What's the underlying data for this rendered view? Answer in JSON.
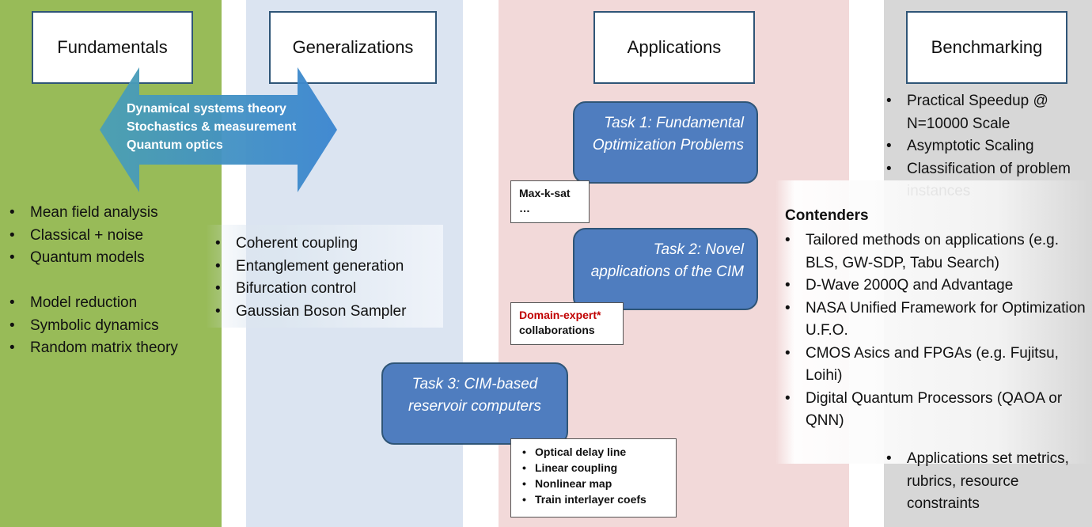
{
  "columns": {
    "fundamentals": {
      "title": "Fundamentals",
      "color": "#98bb58"
    },
    "generalizations": {
      "title": "Generalizations",
      "color": "#dbe4f1"
    },
    "applications": {
      "title": "Applications",
      "color": "#f2d9d9"
    },
    "benchmarking": {
      "title": "Benchmarking",
      "color": "#d7d7d7"
    }
  },
  "arrow": {
    "lines": [
      "Dynamical systems theory",
      "Stochastics & measurement",
      "Quantum optics"
    ],
    "color": "#3d8bc9"
  },
  "fundamentals_list_1": [
    "Mean field analysis",
    "Classical + noise",
    "Quantum models"
  ],
  "fundamentals_list_2": [
    "Model reduction",
    "Symbolic dynamics",
    "Random matrix theory"
  ],
  "generalizations_list": [
    "Coherent coupling",
    "Entanglement generation",
    "Bifurcation control",
    "Gaussian Boson Sampler"
  ],
  "tasks": {
    "task1": "Task 1: Fundamental Optimization Problems",
    "task2": "Task 2: Novel applications of the CIM",
    "task3": "Task 3: CIM-based reservoir computers"
  },
  "notes": {
    "note1_line1": "Max-k-sat",
    "note1_line2": "…",
    "note2_red": "Domain-expert*",
    "note2_line2": "collaborations",
    "note3_items": [
      "Optical delay line",
      "Linear coupling",
      "Nonlinear map",
      "Train interlayer coefs"
    ]
  },
  "benchmarking_list": [
    "Practical Speedup @ N=10000 Scale",
    "Asymptotic Scaling",
    "Classification of problem instances"
  ],
  "contenders": {
    "title": "Contenders",
    "items": [
      "Tailored methods on applications (e.g. BLS, GW-SDP, Tabu Search)",
      "D-Wave 2000Q and Advantage",
      "NASA Unified Framework for Optimization U.F.O.",
      "CMOS Asics and FPGAs (e.g. Fujitsu, Loihi)",
      "Digital Quantum Processors (QAOA or QNN)"
    ]
  },
  "benchmarking_list_2": [
    "Applications set metrics, rubrics, resource constraints"
  ]
}
